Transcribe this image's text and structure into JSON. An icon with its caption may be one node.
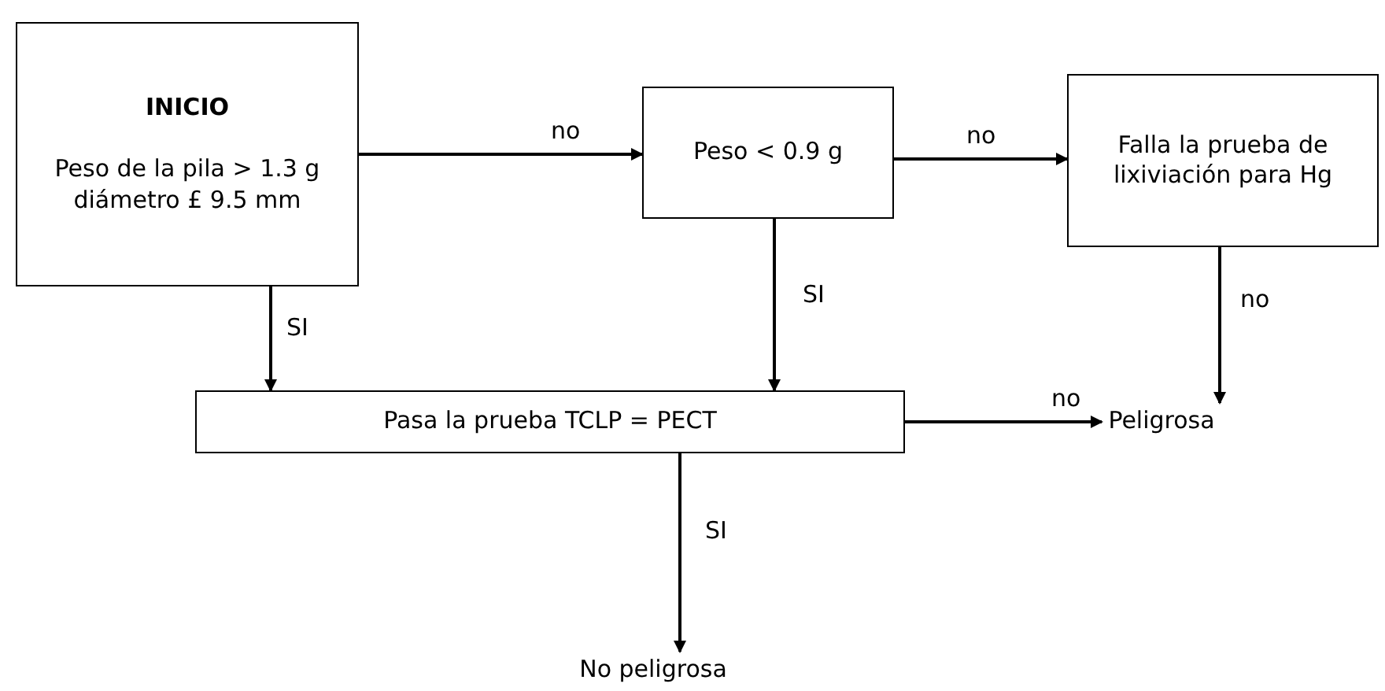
{
  "diagram": {
    "nodes": [
      {
        "text": [
          "INICIO",
          "Peso de la pila > 1.3 g",
          "diámetro £ 9.5 mm"
        ]
      },
      {
        "text": [
          "Peso < 0.9 g"
        ]
      },
      {
        "text": [
          "Falla la prueba de lixiviación para Hg"
        ]
      },
      {
        "text": [
          "Pasa la prueba TCLP = PECT"
        ]
      },
      {
        "text": [
          "Peligrosa"
        ]
      },
      {
        "text": [
          "No peligrosa"
        ]
      }
    ],
    "edges": [
      {
        "from": 0,
        "to": 1,
        "arrow": "to",
        "label": "no"
      },
      {
        "from": 1,
        "to": 2,
        "arrow": "to",
        "label": "no"
      },
      {
        "from": 0,
        "to": 3,
        "arrow": "to",
        "label": "SI"
      },
      {
        "from": 1,
        "to": 3,
        "arrow": "to",
        "label": "SI"
      },
      {
        "from": 2,
        "to": 4,
        "arrow": "to",
        "label": "no"
      },
      {
        "from": 3,
        "to": 4,
        "arrow": "to",
        "label": "no"
      },
      {
        "from": 3,
        "to": 5,
        "arrow": "to",
        "label": "SI"
      }
    ]
  }
}
